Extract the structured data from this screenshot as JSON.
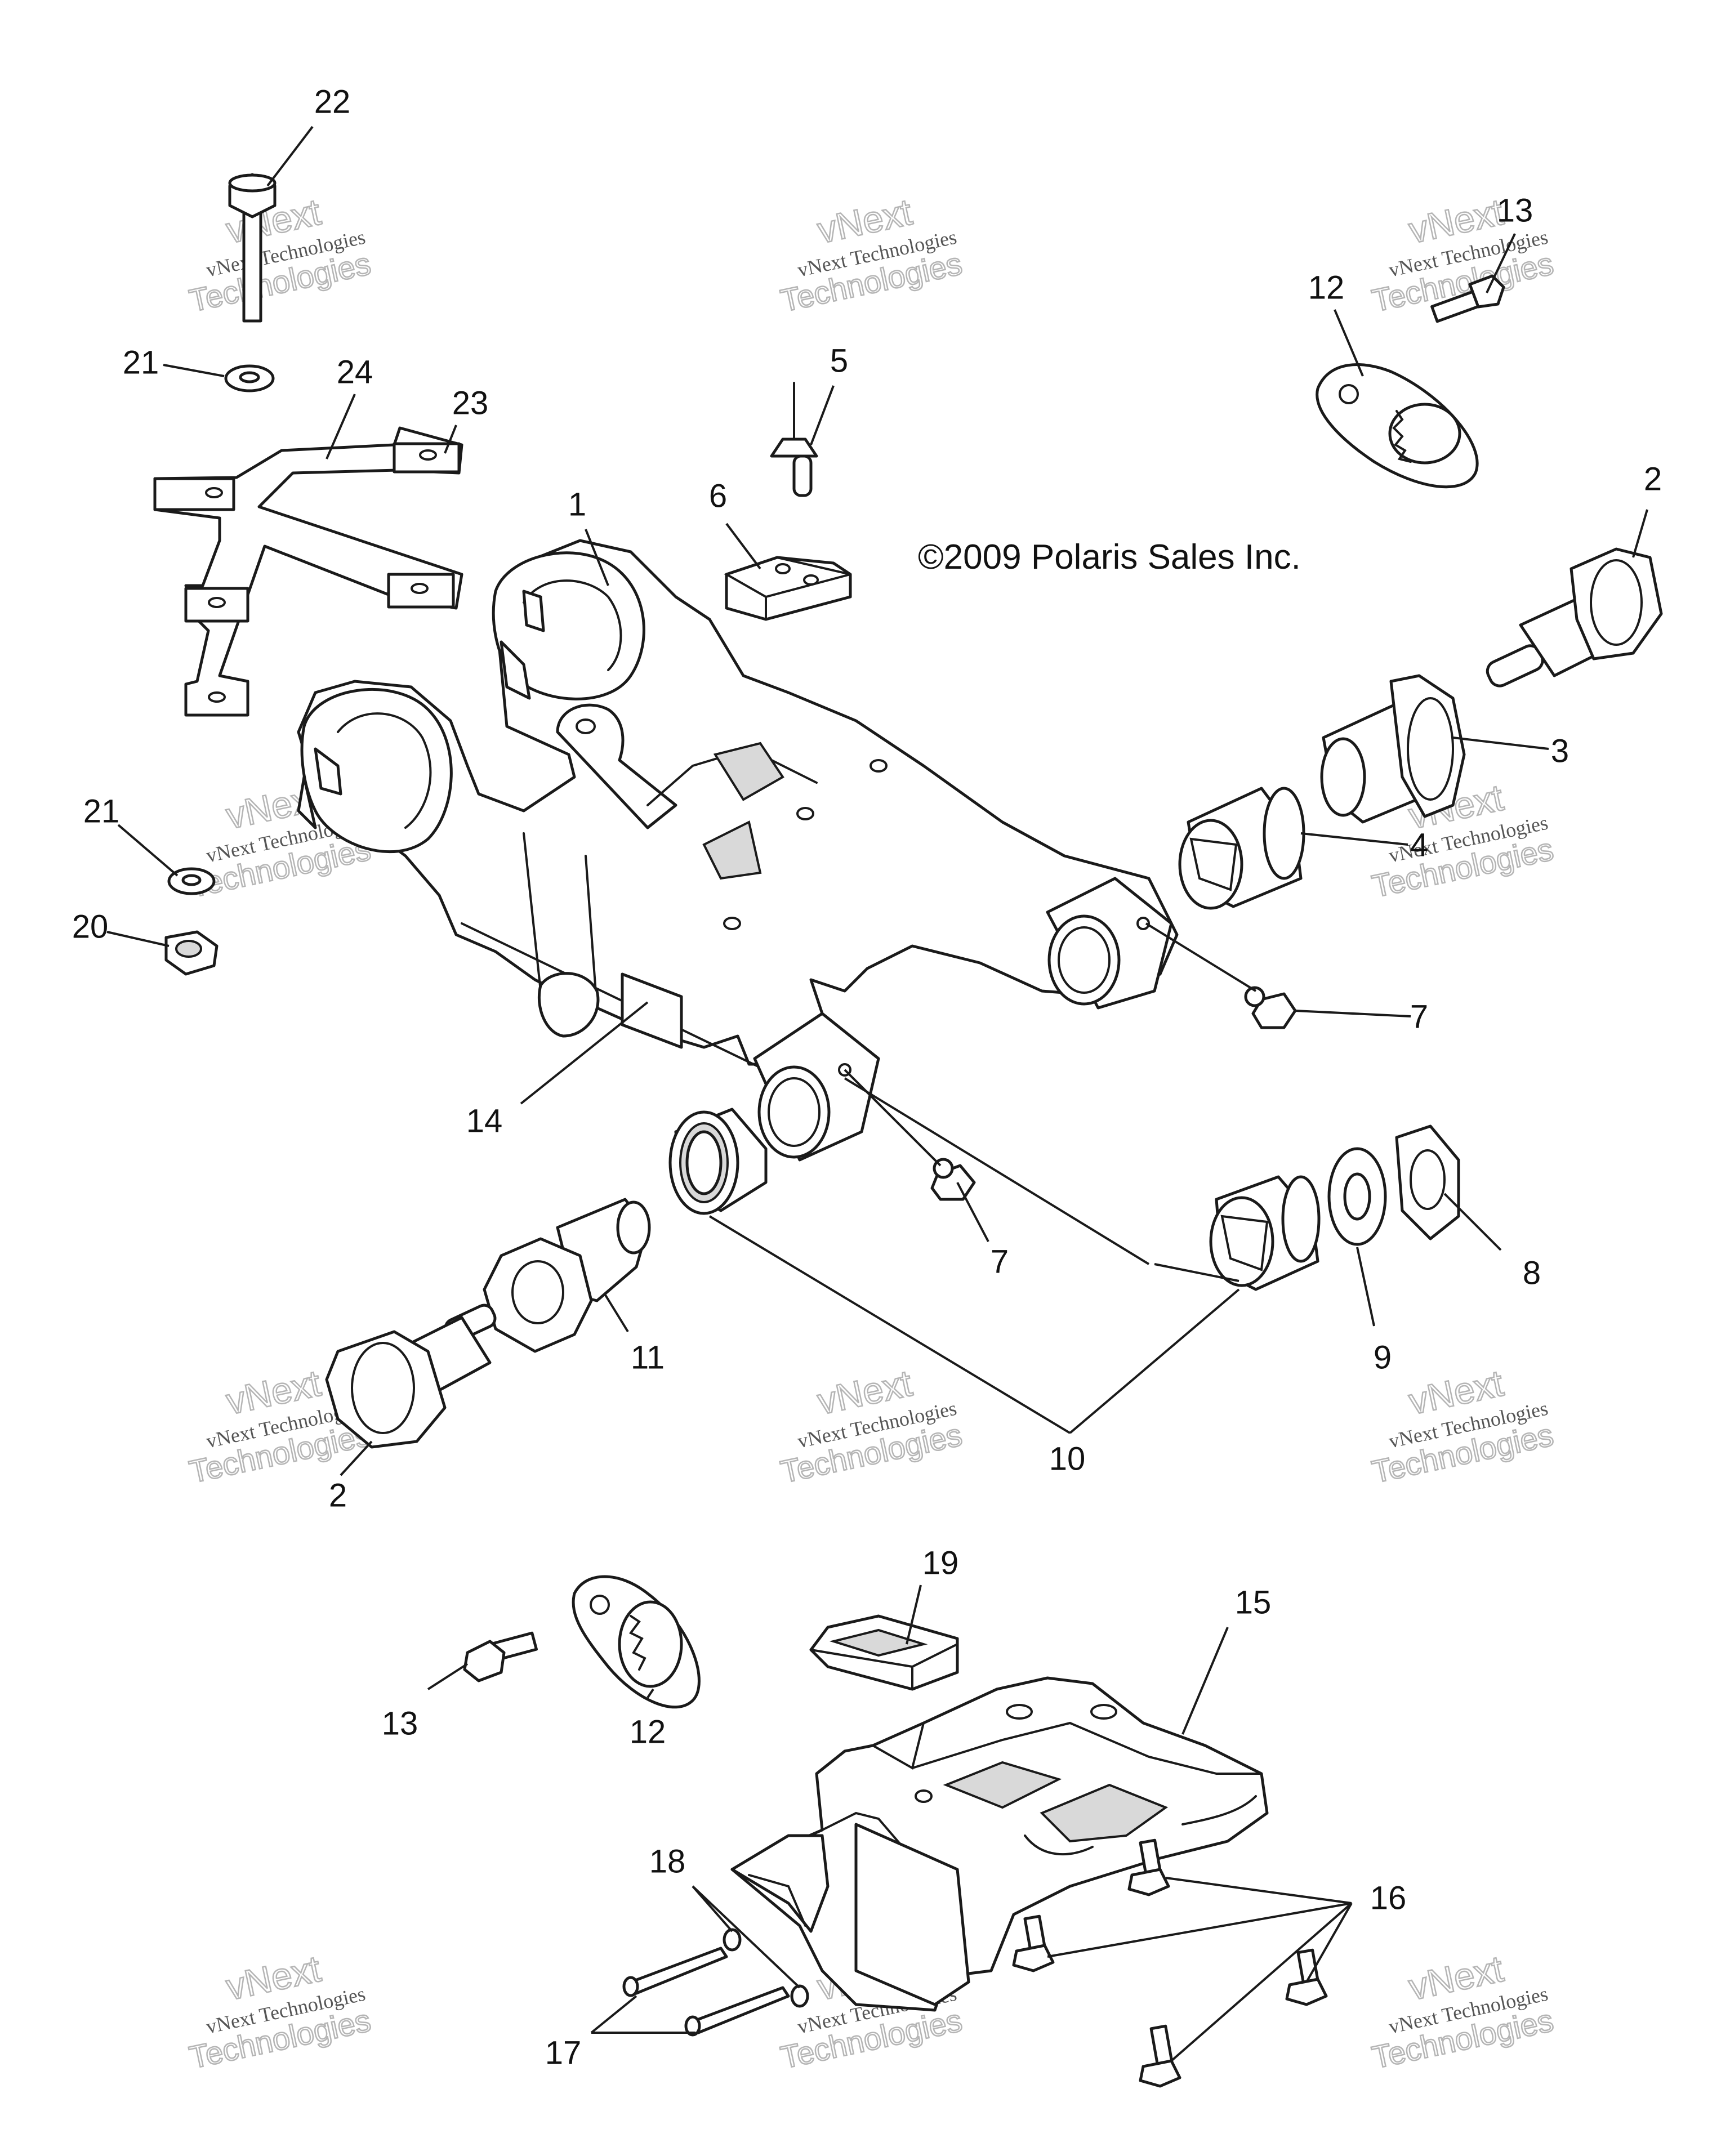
{
  "copyright": "©2009 Polaris Sales Inc.",
  "watermark": {
    "line_small": "vNext Technologies",
    "line_top": "vNext",
    "line_bottom": "Technologies"
  },
  "callouts": [
    {
      "id": "c22",
      "label": "22"
    },
    {
      "id": "c21a",
      "label": "21"
    },
    {
      "id": "c24",
      "label": "24"
    },
    {
      "id": "c23",
      "label": "23"
    },
    {
      "id": "c1",
      "label": "1"
    },
    {
      "id": "c6",
      "label": "6"
    },
    {
      "id": "c5",
      "label": "5"
    },
    {
      "id": "c12a",
      "label": "12"
    },
    {
      "id": "c13a",
      "label": "13"
    },
    {
      "id": "c2a",
      "label": "2"
    },
    {
      "id": "c3",
      "label": "3"
    },
    {
      "id": "c4",
      "label": "4"
    },
    {
      "id": "c21b",
      "label": "21"
    },
    {
      "id": "c20",
      "label": "20"
    },
    {
      "id": "c7a",
      "label": "7"
    },
    {
      "id": "c14",
      "label": "14"
    },
    {
      "id": "c7b",
      "label": "7"
    },
    {
      "id": "c8",
      "label": "8"
    },
    {
      "id": "c9",
      "label": "9"
    },
    {
      "id": "c11",
      "label": "11"
    },
    {
      "id": "c10",
      "label": "10"
    },
    {
      "id": "c2b",
      "label": "2"
    },
    {
      "id": "c19",
      "label": "19"
    },
    {
      "id": "c15",
      "label": "15"
    },
    {
      "id": "c13b",
      "label": "13"
    },
    {
      "id": "c12b",
      "label": "12"
    },
    {
      "id": "c18",
      "label": "18"
    },
    {
      "id": "c16",
      "label": "16"
    },
    {
      "id": "c17",
      "label": "17"
    }
  ]
}
